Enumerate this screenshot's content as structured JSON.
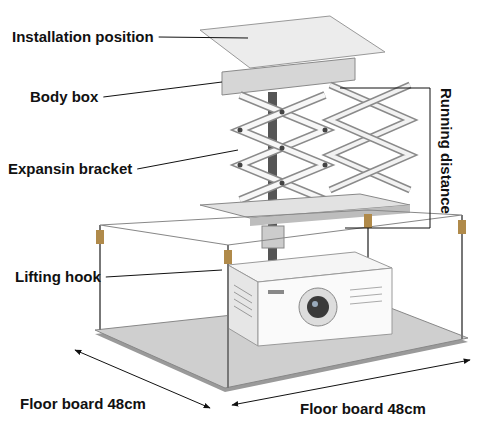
{
  "diagram": {
    "labels": [
      "Installation position",
      "Body box",
      "Expansin bracket",
      "Lifting hook",
      "Running distance",
      "Floor board 48cm",
      "Floor board 48cm"
    ]
  }
}
